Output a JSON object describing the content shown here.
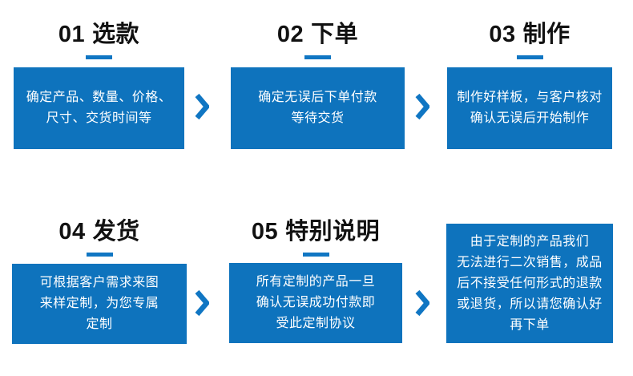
{
  "colors": {
    "box_blue": "#0e73bd",
    "accent_blue": "#1076c3",
    "header_text": "#111111",
    "box_text": "#ffffff",
    "background": "#ffffff"
  },
  "icons": {
    "chevron_right": "❯"
  },
  "steps": [
    {
      "number": "01",
      "title": "选款",
      "body": "确定产品、数量、价格、\n尺寸、交货时间等"
    },
    {
      "number": "02",
      "title": "下单",
      "body": "确定无误后下单付款\n等待交货"
    },
    {
      "number": "03",
      "title": "制作",
      "body": "制作好样板，与客户核对\n确认无误后开始制作"
    },
    {
      "number": "04",
      "title": "发货",
      "body": "可根据客户需求来图\n来样定制，为您专属\n定制"
    },
    {
      "number": "05",
      "title": "特别说明",
      "body": "所有定制的产品一旦\n确认无误成功付款即\n受此定制协议"
    },
    {
      "number": "",
      "title": "",
      "body": "由于定制的产品我们\n无法进行二次销售，成品\n后不接受任何形式的退款\n或退货，所以请您确认好\n再下单"
    }
  ]
}
